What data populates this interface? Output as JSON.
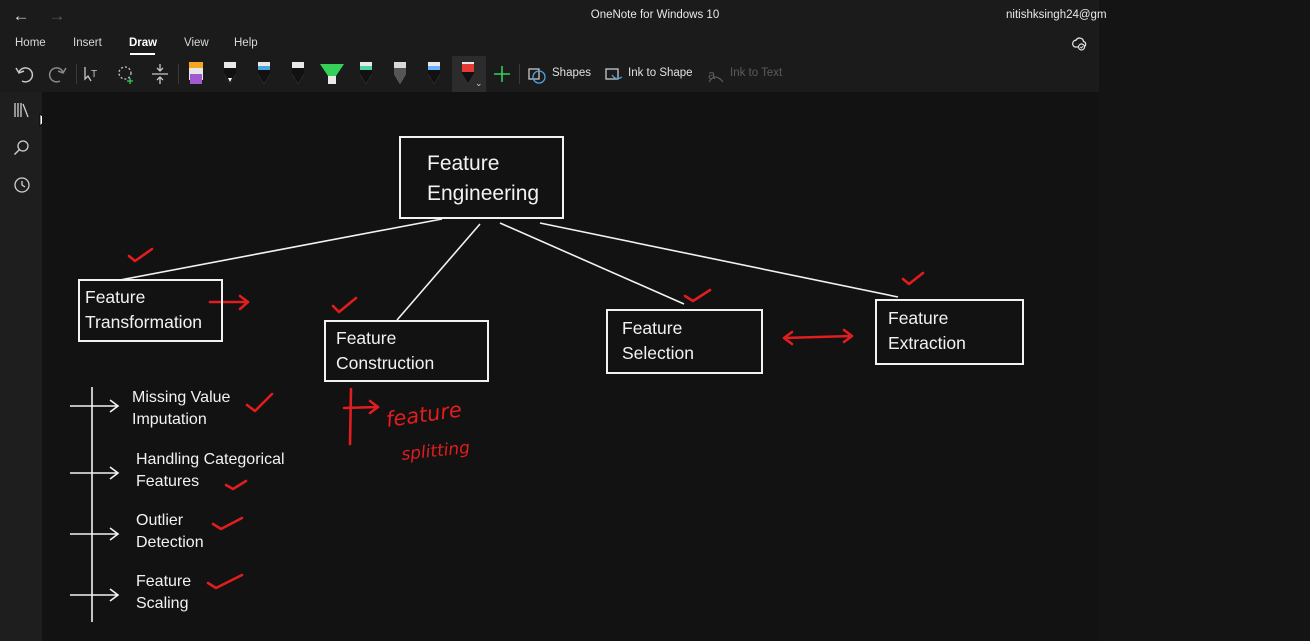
{
  "window": {
    "title": "OneNote for Windows 10",
    "account": "nitishksingh24@gm"
  },
  "menu": {
    "tabs": [
      "Home",
      "Insert",
      "Draw",
      "View",
      "Help"
    ],
    "active": "Draw"
  },
  "toolbar": {
    "shapes_label": "Shapes",
    "ink_to_shape_label": "Ink to Shape",
    "ink_to_text_label": "Ink to Text",
    "pens": [
      {
        "icon": "highlighter-pen-icon",
        "color": "#a05bd1"
      },
      {
        "icon": "pen-icon",
        "color": "#ffffff"
      },
      {
        "icon": "pen-icon",
        "color": "#4fa3e0"
      },
      {
        "icon": "pen-icon",
        "color": "#ffffff"
      },
      {
        "icon": "highlighter-icon",
        "color": "#34d058"
      },
      {
        "icon": "pen-icon",
        "color": "#4ed1a8"
      },
      {
        "icon": "pencil-icon",
        "color": "#d8d8d8"
      },
      {
        "icon": "pen-icon",
        "color": "#6ab0ff"
      },
      {
        "icon": "pen-icon",
        "color": "#e53935"
      }
    ]
  },
  "canvas": {
    "root": {
      "line1": "Feature",
      "line2": "Engineering"
    },
    "nodes": [
      {
        "line1": "Feature",
        "line2": "Transformation"
      },
      {
        "line1": "Feature",
        "line2": "Construction"
      },
      {
        "line1": "Feature",
        "line2": "Selection"
      },
      {
        "line1": "Feature",
        "line2": "Extraction"
      }
    ],
    "list": [
      {
        "line1": "Missing Value",
        "line2": "Imputation"
      },
      {
        "line1": "Handling Categorical",
        "line2": "Features"
      },
      {
        "line1": "Outlier",
        "line2": "Detection"
      },
      {
        "line1": "Feature",
        "line2": "Scaling"
      }
    ],
    "handwritten": {
      "line1": "feature",
      "line2": "splitting"
    },
    "colors": {
      "ink": "#f2f2f2",
      "annotation": "#e11d1d"
    }
  }
}
